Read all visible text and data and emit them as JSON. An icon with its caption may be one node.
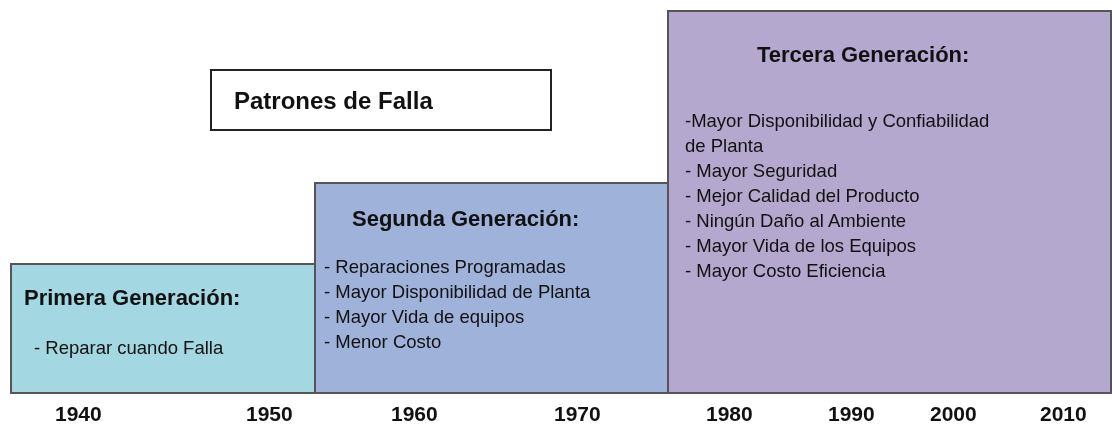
{
  "diagram": {
    "nodes": [
      {
        "text": [
          "Patrones de Falla"
        ]
      },
      {
        "text": [
          "Primera Generación:",
          "- Reparar cuando Falla"
        ]
      },
      {
        "text": [
          "Segunda Generación:",
          "- Reparaciones Programadas",
          "- Mayor Disponibilidad de Planta",
          "- Mayor Vida de equipos",
          "- Menor Costo"
        ]
      },
      {
        "text": [
          "Tercera Generación:",
          "-Mayor Disponibilidad  y Confiabilidad de Planta",
          "- Mayor Seguridad",
          "- Mejor Calidad del Producto",
          "- Ningún Daño al Ambiente",
          "- Mayor Vida de los Equipos",
          "- Mayor Costo Eficiencia"
        ]
      }
    ],
    "labels": [
      "1940",
      "1950",
      "1960",
      "1970",
      "1980",
      "1990",
      "2000",
      "2010"
    ]
  }
}
